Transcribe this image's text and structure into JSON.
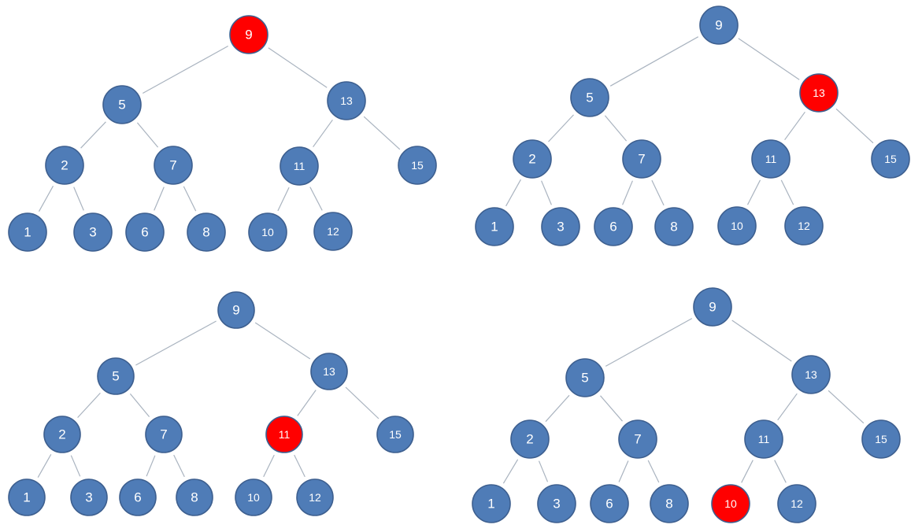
{
  "colors": {
    "node_fill": "#4f7cb7",
    "highlight_fill": "#ff0000",
    "edge": "#a9b3bf",
    "label": "#ffffff"
  },
  "tree": {
    "nodes": [
      "9",
      "5",
      "13",
      "2",
      "7",
      "11",
      "15",
      "1",
      "3",
      "6",
      "8",
      "10",
      "12"
    ],
    "edges": [
      [
        "9",
        "5"
      ],
      [
        "9",
        "13"
      ],
      [
        "5",
        "2"
      ],
      [
        "5",
        "7"
      ],
      [
        "13",
        "11"
      ],
      [
        "13",
        "15"
      ],
      [
        "2",
        "1"
      ],
      [
        "2",
        "3"
      ],
      [
        "7",
        "6"
      ],
      [
        "7",
        "8"
      ],
      [
        "11",
        "10"
      ],
      [
        "11",
        "12"
      ]
    ]
  },
  "panels": [
    {
      "highlighted": "9"
    },
    {
      "highlighted": "13"
    },
    {
      "highlighted": "11"
    },
    {
      "highlighted": "10"
    }
  ]
}
